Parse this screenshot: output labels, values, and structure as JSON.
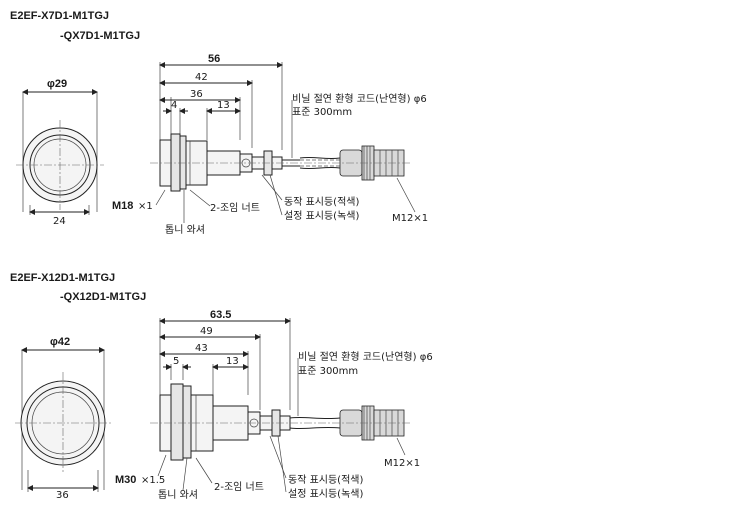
{
  "sensor1": {
    "model_line1": "E2EF-X7D1-M1TGJ",
    "model_line2": "-QX7D1-M1TGJ",
    "diameter": "φ29",
    "width": "24",
    "dim_total": "56",
    "dim_42": "42",
    "dim_36": "36",
    "dim_4": "4",
    "dim_13": "13",
    "thread_bold": "M18",
    "thread_suffix": "×1",
    "cable_label": "비닐 절연 환형 코드(난연형) φ6",
    "cable_length": "표준 300mm",
    "operation_led": "동작 표시등(적색)",
    "setting_led": "설정 표시등(녹색)",
    "connector": "M12×1",
    "nut_label": "2-조임 너트",
    "washer_label": "톱니 와셔"
  },
  "sensor2": {
    "model_line1": "E2EF-X12D1-M1TGJ",
    "model_line2": "-QX12D1-M1TGJ",
    "diameter": "φ42",
    "width": "36",
    "dim_total": "63.5",
    "dim_49": "49",
    "dim_43": "43",
    "dim_5": "5",
    "dim_13": "13",
    "thread_bold": "M30",
    "thread_suffix": "×1.5",
    "cable_label": "비닐 절연 환형 코드(난연형) φ6",
    "cable_length": "표준 300mm",
    "operation_led": "동작 표시등(적색)",
    "setting_led": "설정 표시등(녹색)",
    "connector": "M12×1",
    "nut_label": "2-조임 너트",
    "washer_label": "톱니 와셔"
  }
}
